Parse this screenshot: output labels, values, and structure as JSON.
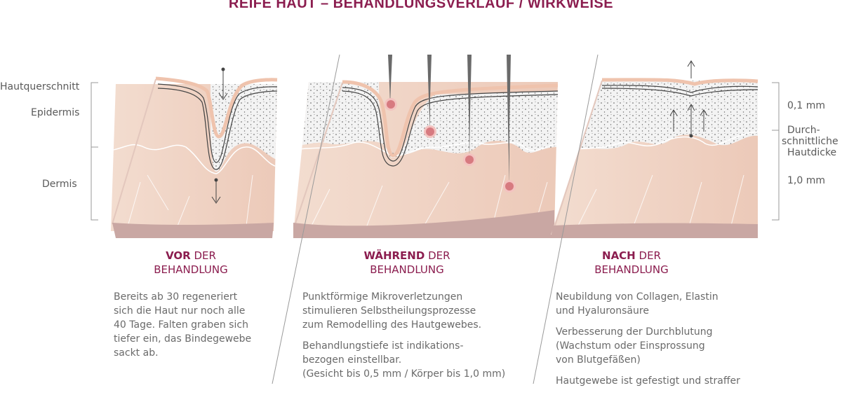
{
  "title": "REIFE HAUT – BEHANDLUNGSVERLAUF / WIRKWEISE",
  "left_labels": {
    "cross_section": "Hautquerschnitt",
    "epidermis": "Epidermis",
    "dermis": "Dermis"
  },
  "right_labels": {
    "epidermis_thickness": "0,1 mm",
    "avg_line1": "Durch-",
    "avg_line2": "schnittliche",
    "avg_line3": "Hautdicke",
    "dermis_thickness": "1,0 mm"
  },
  "panels": [
    {
      "head_bold": "VOR",
      "head_rest": " DER",
      "head_line2": "BEHANDLUNG",
      "paragraphs": [
        [
          "Bereits ab 30 regeneriert",
          "sich die Haut nur noch alle",
          "40 Tage. Falten graben sich",
          "tiefer ein, das Bindegewebe",
          "sackt ab."
        ]
      ]
    },
    {
      "head_bold": "WÄHREND",
      "head_rest": " DER",
      "head_line2": "BEHANDLUNG",
      "paragraphs": [
        [
          "Punktförmige Mikroverletzungen",
          "stimulieren Selbstheilungsprozesse",
          "zum Remodelling des Hautgewebes."
        ],
        [
          "Behandlungstiefe ist indikations-",
          "bezogen einstellbar.",
          "(Gesicht bis 0,5 mm / Körper bis 1,0 mm)"
        ]
      ]
    },
    {
      "head_bold": "NACH",
      "head_rest": " DER",
      "head_line2": "BEHANDLUNG",
      "paragraphs": [
        [
          "Neubildung von Collagen, Elastin",
          "und Hyaluronsäure"
        ],
        [
          "Verbesserung der Durchblutung",
          "(Wachstum oder Einsprossung",
          "von Blutgefäßen)"
        ],
        [
          "Hautgewebe ist gefestigt und straffer"
        ]
      ]
    }
  ],
  "colors": {
    "accent": "#8b1d4f",
    "dermis": "#f0d6c8",
    "dermis_base": "#c9a7a3",
    "epidermis": "#f2f2f2",
    "needle_dot": "#d77a80"
  }
}
